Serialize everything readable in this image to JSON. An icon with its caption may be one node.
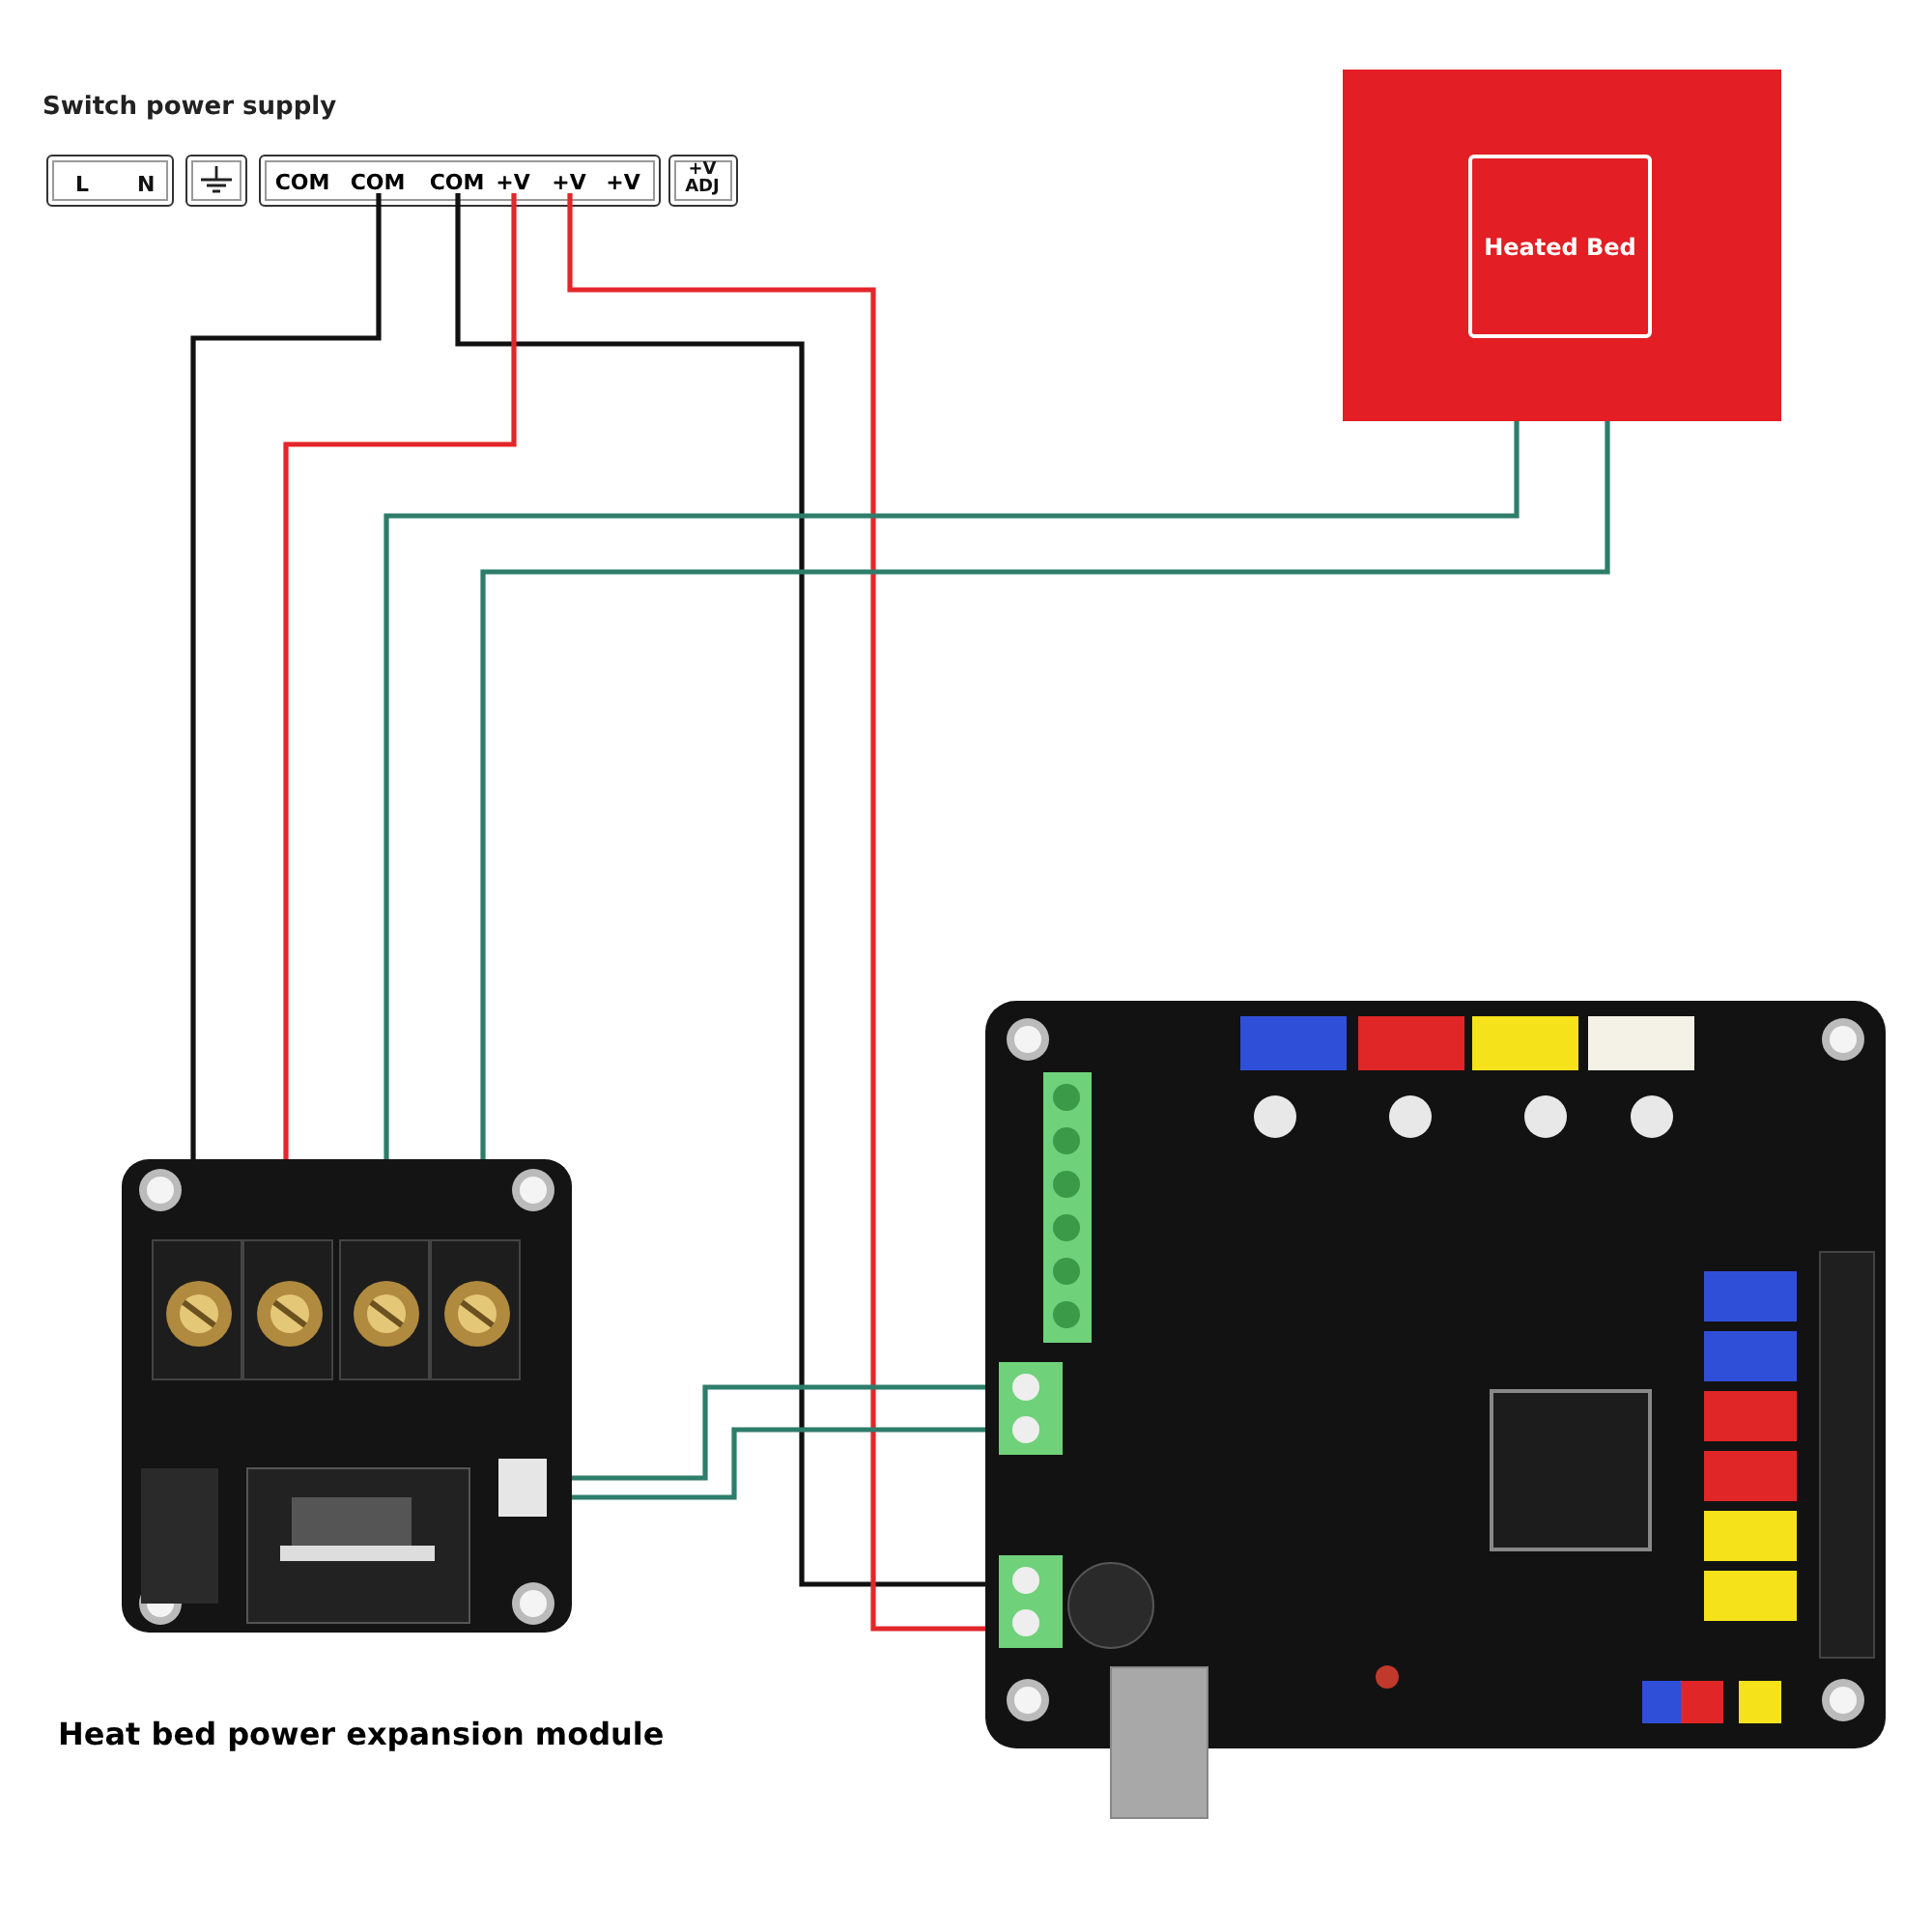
{
  "diagram": {
    "nodes": [
      {
        "text": [
          "L",
          "N"
        ]
      },
      {
        "text": [],
        "shape": "box"
      },
      {
        "text": [],
        "shape": "box"
      },
      {
        "text": [
          "COM"
        ],
        "in": 2
      },
      {
        "text": [
          "COM"
        ],
        "in": 2
      },
      {
        "text": [
          "COM"
        ],
        "in": 2
      },
      {
        "text": [
          "+V"
        ],
        "in": 2
      },
      {
        "text": [
          "+V"
        ],
        "in": 2
      },
      {
        "text": [
          "+V"
        ],
        "in": 2
      },
      {
        "text": [
          "+V ADJ"
        ]
      },
      {
        "text": [
          "Heated Bed"
        ]
      },
      {
        "text": [],
        "shape": "picture",
        "beside": [
          "Heat bed power expansion module"
        ]
      },
      {
        "text": [],
        "shape": "picture"
      }
    ],
    "edges": [
      {
        "from": 4,
        "to": 11,
        "arrow": "none",
        "color": "#111111"
      },
      {
        "from": 5,
        "to": 12,
        "arrow": "none",
        "color": "#111111"
      },
      {
        "from": 6,
        "to": 11,
        "arrow": "none",
        "color": "#e3262a"
      },
      {
        "from": 7,
        "to": 12,
        "arrow": "none",
        "color": "#e3262a"
      },
      {
        "from": 10,
        "to": 11,
        "arrow": "none"
      },
      {
        "from": 10,
        "to": 11,
        "arrow": "none"
      },
      {
        "from": 11,
        "to": 12,
        "arrow": "none"
      },
      {
        "from": 11,
        "to": 12,
        "arrow": "none"
      }
    ],
    "labels": [
      "Switch power supply"
    ]
  }
}
